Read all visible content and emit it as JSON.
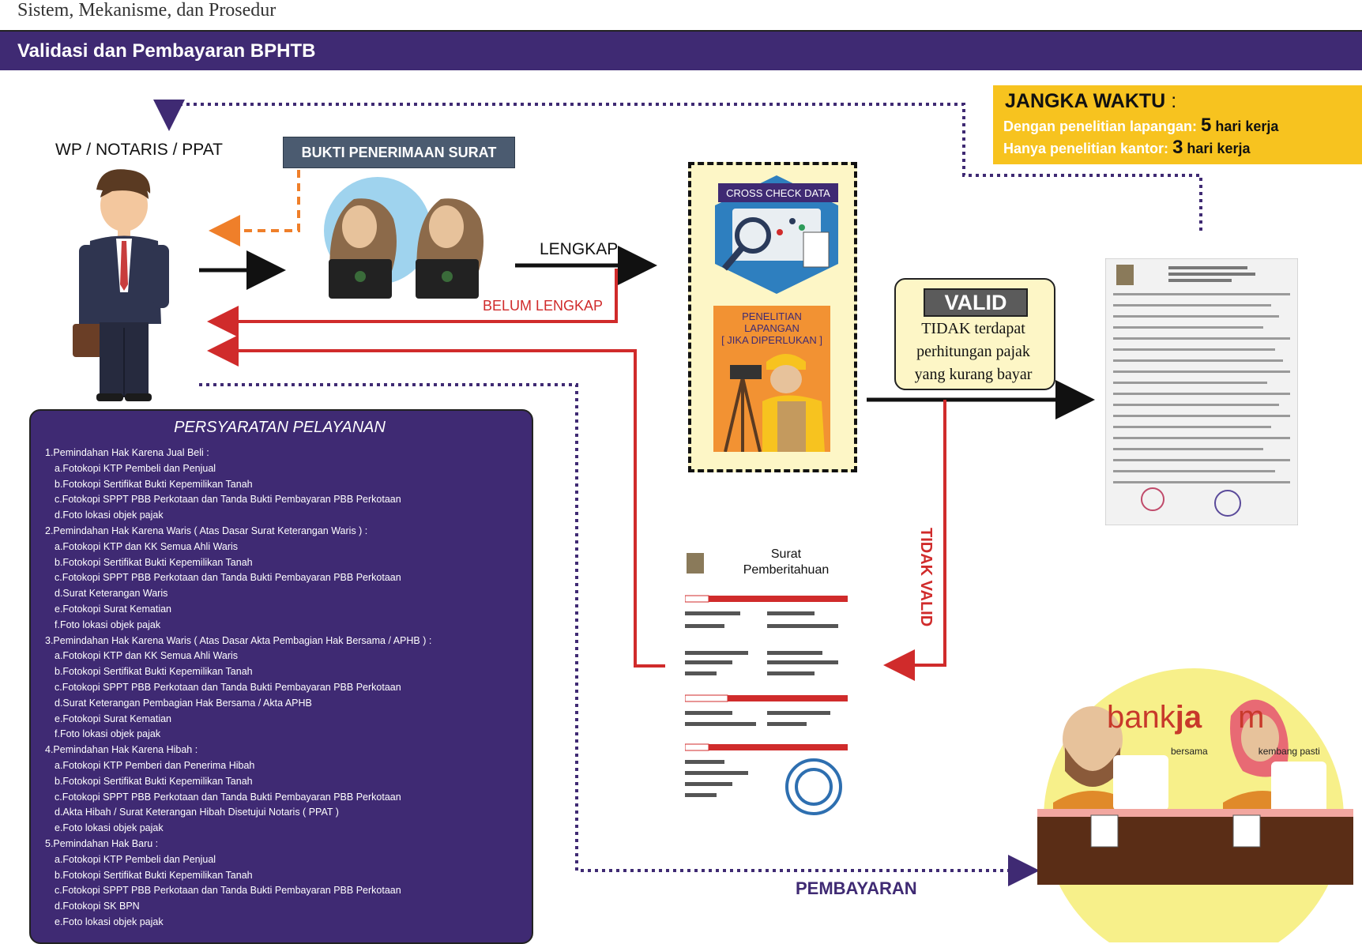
{
  "page": {
    "caption": "Sistem, Mekanisme, dan Prosedur",
    "header_title": "Validasi dan Pembayaran BPHTB"
  },
  "actors": {
    "wp_label": "WP / NOTARIS / PPAT",
    "bukti_label": "BUKTI PENERIMAAN SURAT"
  },
  "jangka_waktu": {
    "title": "JANGKA WAKTU",
    "colon": " :",
    "line1_text": "Dengan penelitian lapangan: ",
    "line1_num": "5",
    "line1_unit": " hari kerja",
    "line2_text": "Hanya penelitian kantor: ",
    "line2_num": "3",
    "line2_unit": " hari kerja"
  },
  "flow": {
    "lengkap": "LENGKAP",
    "belum_lengkap": "BELUM LENGKAP",
    "cross_check": "CROSS CHECK DATA",
    "penelitian_line1": "PENELITIAN",
    "penelitian_line2": "LAPANGAN",
    "penelitian_line3": "[ JIKA DIPERLUKAN ]",
    "valid": "VALID",
    "valid_desc_1": "TIDAK terdapat",
    "valid_desc_2": "perhitungan pajak",
    "valid_desc_3": "yang kurang bayar",
    "tidak_valid": "TIDAK VALID",
    "surat_line1": "Surat",
    "surat_line2": "Pemberitahuan",
    "pembayaran": "PEMBAYARAN"
  },
  "bank": {
    "name_part1": "bank",
    "name_part2": "ja",
    "name_part3": "m",
    "tagline_part1": "bersama",
    "tagline_part2": "kembang pasti"
  },
  "persyaratan": {
    "title": "PERSYARATAN PELAYANAN",
    "items": [
      {
        "text": "1.Pemindahan Hak Karena Jual Beli :",
        "sub": false
      },
      {
        "text": "a.Fotokopi KTP Pembeli dan Penjual",
        "sub": true
      },
      {
        "text": "b.Fotokopi Sertifikat Bukti Kepemilikan Tanah",
        "sub": true
      },
      {
        "text": "c.Fotokopi SPPT PBB Perkotaan dan Tanda Bukti Pembayaran PBB Perkotaan",
        "sub": true
      },
      {
        "text": "d.Foto lokasi objek pajak",
        "sub": true
      },
      {
        "text": "2.Pemindahan Hak Karena Waris ( Atas Dasar Surat Keterangan Waris ) :",
        "sub": false
      },
      {
        "text": "a.Fotokopi KTP dan KK Semua Ahli Waris",
        "sub": true
      },
      {
        "text": "b.Fotokopi Sertifikat Bukti Kepemilikan Tanah",
        "sub": true
      },
      {
        "text": "c.Fotokopi SPPT PBB Perkotaan dan Tanda Bukti Pembayaran PBB Perkotaan",
        "sub": true
      },
      {
        "text": "d.Surat Keterangan Waris",
        "sub": true
      },
      {
        "text": "e.Fotokopi Surat Kematian",
        "sub": true
      },
      {
        "text": "f.Foto lokasi objek pajak",
        "sub": true
      },
      {
        "text": "3.Pemindahan Hak Karena Waris ( Atas Dasar Akta Pembagian Hak Bersama / APHB ) :",
        "sub": false
      },
      {
        "text": "a.Fotokopi KTP dan KK Semua Ahli Waris",
        "sub": true
      },
      {
        "text": "b.Fotokopi Sertifikat Bukti Kepemilikan Tanah",
        "sub": true
      },
      {
        "text": "c.Fotokopi SPPT PBB Perkotaan dan Tanda Bukti Pembayaran PBB Perkotaan",
        "sub": true
      },
      {
        "text": "d.Surat Keterangan Pembagian Hak Bersama / Akta APHB",
        "sub": true
      },
      {
        "text": "e.Fotokopi Surat Kematian",
        "sub": true
      },
      {
        "text": "f.Foto lokasi objek pajak",
        "sub": true
      },
      {
        "text": "4.Pemindahan Hak Karena Hibah :",
        "sub": false
      },
      {
        "text": "a.Fotokopi KTP Pemberi dan Penerima Hibah",
        "sub": true
      },
      {
        "text": "b.Fotokopi Sertifikat Bukti Kepemilikan Tanah",
        "sub": true
      },
      {
        "text": "c.Fotokopi SPPT PBB Perkotaan dan Tanda Bukti Pembayaran PBB Perkotaan",
        "sub": true
      },
      {
        "text": "d.Akta Hibah / Surat Keterangan Hibah Disetujui Notaris ( PPAT )",
        "sub": true
      },
      {
        "text": "e.Foto lokasi objek pajak",
        "sub": true
      },
      {
        "text": "5.Pemindahan Hak Baru :",
        "sub": false
      },
      {
        "text": "a.Fotokopi KTP Pembeli dan Penjual",
        "sub": true
      },
      {
        "text": "b.Fotokopi Sertifikat Bukti Kepemilikan Tanah",
        "sub": true
      },
      {
        "text": "c.Fotokopi SPPT PBB Perkotaan dan Tanda Bukti Pembayaran PBB Perkotaan",
        "sub": true
      },
      {
        "text": "d.Fotokopi SK BPN",
        "sub": true
      },
      {
        "text": "e.Foto lokasi objek pajak",
        "sub": true
      }
    ]
  },
  "colors": {
    "purple": "#3f2a73",
    "red": "#d02b2b",
    "orange": "#ef7f2a",
    "yellow": "#f7c31f",
    "cream": "#fdf6c6"
  },
  "icons": [
    "businessman-icon",
    "staff-women-icon",
    "cross-check-icon",
    "surveyor-icon",
    "sspd-document-icon",
    "notification-letter-icon",
    "bank-teller-icon"
  ]
}
